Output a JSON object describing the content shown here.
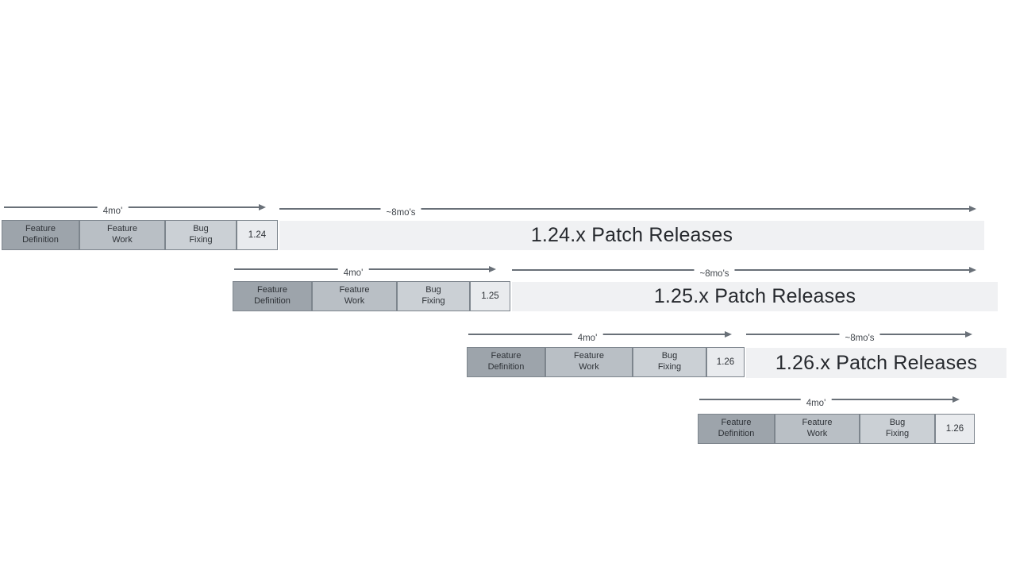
{
  "colors": {
    "background": "#ffffff",
    "phase_feature_definition_fill": "#9da4ab",
    "phase_feature_work_fill": "#b9bfc5",
    "phase_bug_fixing_fill": "#cbd0d5",
    "version_box_fill": "#e9ebee",
    "patch_bar_fill": "#f0f1f3",
    "box_border": "#7d858d",
    "arrow_color": "#697078",
    "text_color": "#2e3237"
  },
  "rows": [
    {
      "version": "1.24",
      "phases": {
        "feature_definition": "Feature\nDefinition",
        "feature_work": "Feature\nWork",
        "bug_fixing": "Bug\nFixing"
      },
      "dev_arrow_label": "4mo'",
      "patch_arrow_label": "~8mo's",
      "patch_bar_label": "1.24.x Patch Releases"
    },
    {
      "version": "1.25",
      "phases": {
        "feature_definition": "Feature\nDefinition",
        "feature_work": "Feature\nWork",
        "bug_fixing": "Bug\nFixing"
      },
      "dev_arrow_label": "4mo'",
      "patch_arrow_label": "~8mo's",
      "patch_bar_label": "1.25.x Patch Releases"
    },
    {
      "version": "1.26",
      "phases": {
        "feature_definition": "Feature\nDefinition",
        "feature_work": "Feature\nWork",
        "bug_fixing": "Bug\nFixing"
      },
      "dev_arrow_label": "4mo'",
      "patch_arrow_label": "~8mo's",
      "patch_bar_label": "1.26.x Patch Releases"
    },
    {
      "version": "1.26",
      "phases": {
        "feature_definition": "Feature\nDefinition",
        "feature_work": "Feature\nWork",
        "bug_fixing": "Bug\nFixing"
      },
      "dev_arrow_label": "4mo'"
    }
  ]
}
